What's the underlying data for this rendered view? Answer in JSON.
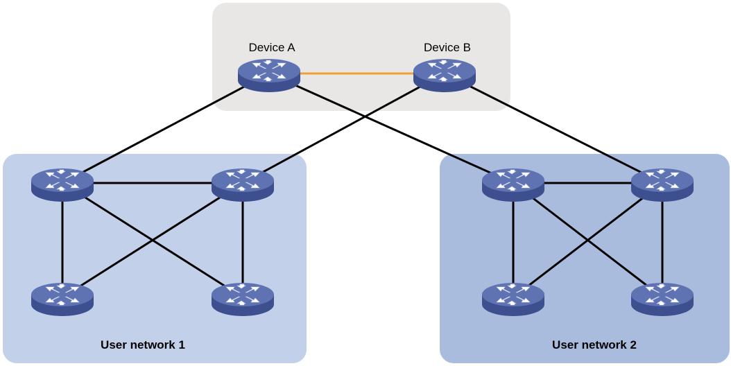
{
  "colors": {
    "core_box": "#e8e7e6",
    "network_1_box": "#c3d0ea",
    "network_2_box": "#a9bcde",
    "router_top": "#5f73b3",
    "router_side": "#3e4f8f",
    "link_normal": "#000000",
    "link_highlight": "#f0a030"
  },
  "icons": {
    "device": "router-icon"
  },
  "devices": {
    "device_a": "Device A",
    "device_b": "Device B"
  },
  "networks": {
    "network_1": "User network 1",
    "network_2": "User network 2"
  },
  "links": [
    {
      "from": "device_a",
      "to": "device_b",
      "style": "highlight"
    },
    {
      "from": "device_a",
      "to": "n1_sw1",
      "style": "normal"
    },
    {
      "from": "device_a",
      "to": "n2_sw1",
      "style": "normal"
    },
    {
      "from": "device_b",
      "to": "n1_sw2",
      "style": "normal"
    },
    {
      "from": "device_b",
      "to": "n2_sw2",
      "style": "normal"
    },
    {
      "from": "n1_sw1",
      "to": "n1_sw2",
      "style": "normal"
    },
    {
      "from": "n1_sw1",
      "to": "n1_sw3",
      "style": "normal"
    },
    {
      "from": "n1_sw1",
      "to": "n1_sw4",
      "style": "normal"
    },
    {
      "from": "n1_sw2",
      "to": "n1_sw3",
      "style": "normal"
    },
    {
      "from": "n1_sw2",
      "to": "n1_sw4",
      "style": "normal"
    },
    {
      "from": "n2_sw1",
      "to": "n2_sw2",
      "style": "normal"
    },
    {
      "from": "n2_sw1",
      "to": "n2_sw3",
      "style": "normal"
    },
    {
      "from": "n2_sw1",
      "to": "n2_sw4",
      "style": "normal"
    },
    {
      "from": "n2_sw2",
      "to": "n2_sw3",
      "style": "normal"
    },
    {
      "from": "n2_sw2",
      "to": "n2_sw4",
      "style": "normal"
    }
  ]
}
